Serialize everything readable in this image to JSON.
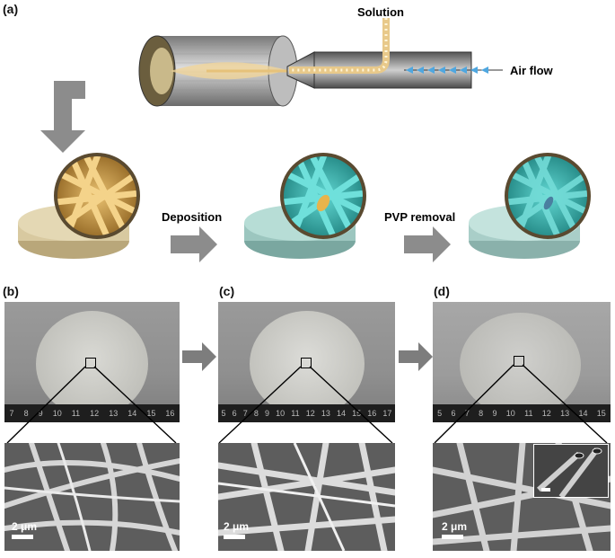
{
  "panels": {
    "a": "(a)",
    "b": "(b)",
    "c": "(c)",
    "d": "(d)"
  },
  "schematic": {
    "solution_label": "Solution",
    "air_flow_label": "Air flow",
    "deposition_label": "Deposition",
    "pvp_removal_label": "PVP removal"
  },
  "sem": {
    "scale_b": "2 μm",
    "scale_c": "2 μm",
    "scale_d": "2 μm"
  },
  "rulers": {
    "b": [
      "7",
      "8",
      "9",
      "10",
      "11",
      "12",
      "13",
      "14",
      "15",
      "16"
    ],
    "c": [
      "5",
      "6",
      "7",
      "8",
      "9",
      "10",
      "11",
      "12",
      "13",
      "14",
      "15",
      "16",
      "17"
    ],
    "d": [
      "5",
      "6",
      "7",
      "8",
      "9",
      "10",
      "11",
      "12",
      "13",
      "14",
      "15"
    ]
  },
  "colors": {
    "gold_fiber": "#d7a94a",
    "teal_fiber": "#3fc4c0",
    "arrow_gray": "#8c8c8c",
    "air_flow": "#4fa7e0"
  }
}
